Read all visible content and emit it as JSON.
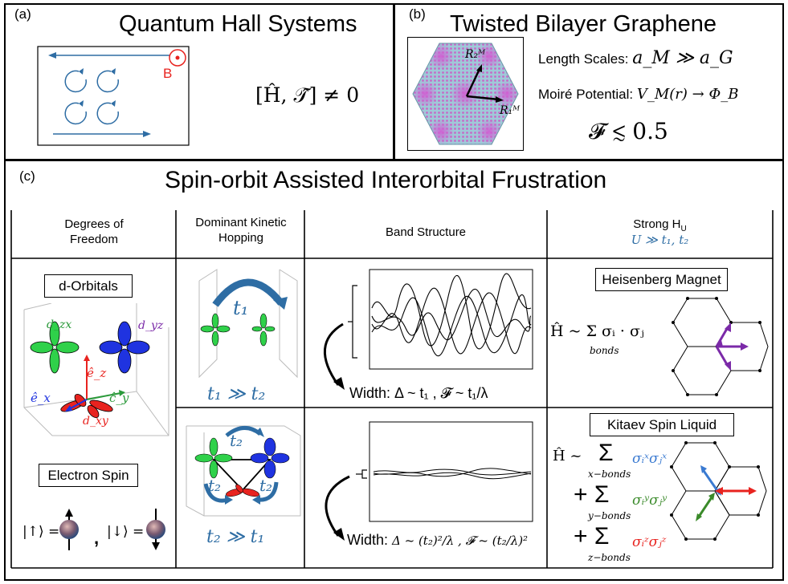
{
  "panel_a": {
    "tag": "(a)",
    "title": "Quantum Hall Systems",
    "field_label": "B",
    "commutator": "[Ĥ, 𝒯̂] ≠ 0"
  },
  "panel_b": {
    "tag": "(b)",
    "title": "Twisted Bilayer Graphene",
    "vec1": "R₁ᴹ",
    "vec2": "R₂ᴹ",
    "length_prefix": "Length Scales: ",
    "length_expr": "a_M ≫ a_G",
    "moire_prefix": "Moiré Potential: ",
    "moire_expr": "V_M(r) → Φ_B",
    "frust": "𝓕 ≲ 0.5"
  },
  "panel_c": {
    "tag": "(c)",
    "title": "Spin-orbit Assisted Interorbital Frustration",
    "col1_header": "Degrees of Freedom",
    "col2_header": "Dominant Kinetic Hopping",
    "col3_header": "Band Structure",
    "col4_header": "Strong H",
    "col4_sub": "U",
    "col4_cond": "U ≫ t₁, t₂",
    "d_orbitals_label": "d-Orbitals",
    "orb_zx": "d_zx",
    "orb_yz": "d_yz",
    "orb_xy": "d_xy",
    "ax_z": "ê_z",
    "ax_x": "ê_x",
    "ax_y": "ĉ_y",
    "electron_spin_label": "Electron Spin",
    "spin_up": "|↑⟩ =",
    "spin_down": "|↓⟩ =",
    "spin_comma": ",",
    "t1_label": "t₁",
    "t1_cond": "t₁ ≫ t₂",
    "t2_label": "t₂",
    "t2_cond": "t₂ ≫ t₁",
    "width1": "Width: Δ ~ t₁ , 𝓕 ~ t₁/λ",
    "width2_prefix": "Width: ",
    "width2_expr": "Δ ~ (t₂)²/λ , 𝓕 ~ (t₂/λ)²",
    "heis_label": "Heisenberg Magnet",
    "heis_ham": "Ĥ ~ Σ σᵢ · σⱼ",
    "heis_bonds": "bonds",
    "kitaev_label": "Kitaev Spin Liquid",
    "kit_h": "Ĥ ~",
    "kit_x_sum": "Σ",
    "kit_x_bonds": "x−bonds",
    "kit_x_term": "σᵢˣσⱼˣ",
    "kit_y_sum": "+ Σ",
    "kit_y_bonds": "y−bonds",
    "kit_y_term": "σᵢʸσⱼʸ",
    "kit_z_sum": "+ Σ",
    "kit_z_bonds": "z−bonds",
    "kit_z_term": "σᵢᶻσⱼᶻ"
  },
  "colors": {
    "blue": "#2e6da4",
    "red": "#e8231f",
    "green": "#2fd14a",
    "purple": "#7b2aa8",
    "kit_blue": "#3a7ad1",
    "kit_green": "#3a8a2a"
  }
}
